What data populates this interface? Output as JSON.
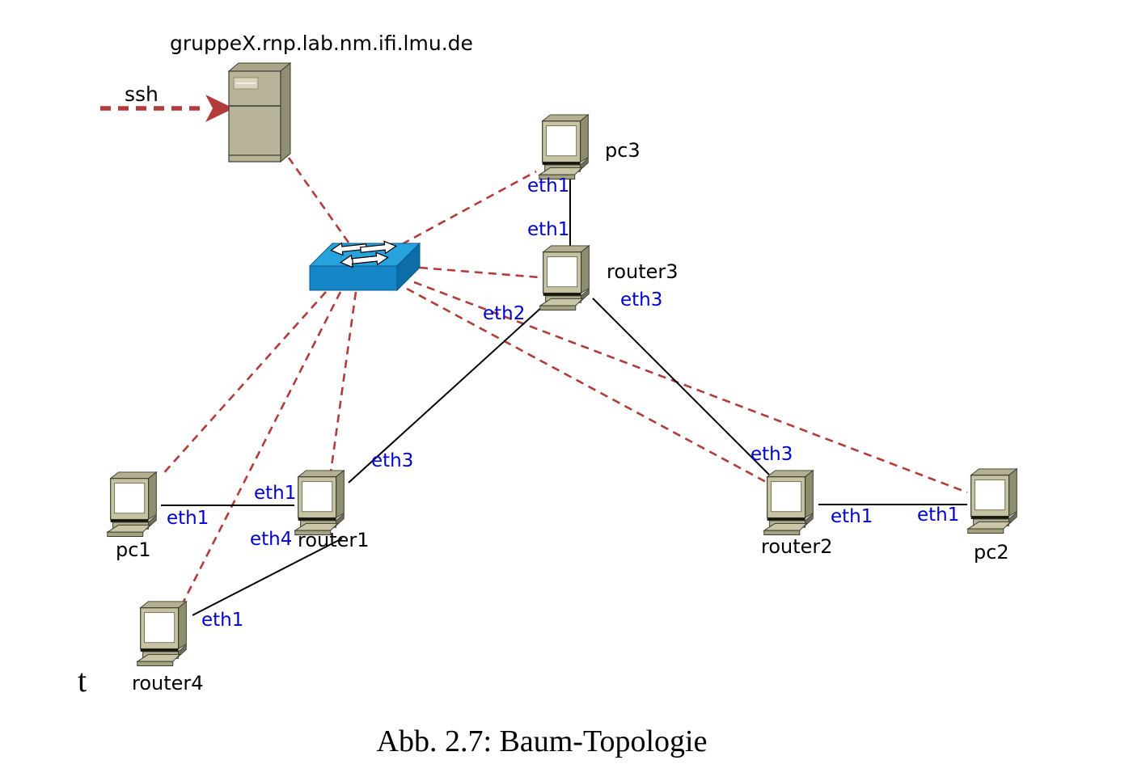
{
  "figure": {
    "caption": "Abb. 2.7: Baum-Topologie",
    "stray_char": "t"
  },
  "server": {
    "hostname": "gruppeX.rnp.lab.nm.ifi.lmu.de",
    "ssh_label": "ssh"
  },
  "nodes": [
    {
      "id": "pc3",
      "label": "pc3",
      "type": "workstation"
    },
    {
      "id": "router3",
      "label": "router3",
      "type": "workstation"
    },
    {
      "id": "pc1",
      "label": "pc1",
      "type": "workstation"
    },
    {
      "id": "router1",
      "label": "router1",
      "type": "workstation"
    },
    {
      "id": "router4",
      "label": "router4",
      "type": "workstation"
    },
    {
      "id": "router2",
      "label": "router2",
      "type": "workstation"
    },
    {
      "id": "pc2",
      "label": "pc2",
      "type": "workstation"
    }
  ],
  "ifaces": [
    {
      "node": "pc3",
      "text": "eth1"
    },
    {
      "node": "router3",
      "text": "eth1"
    },
    {
      "node": "router3",
      "text": "eth2"
    },
    {
      "node": "router3",
      "text": "eth3"
    },
    {
      "node": "router1",
      "text": "eth3"
    },
    {
      "node": "router1",
      "text": "eth1"
    },
    {
      "node": "pc1",
      "text": "eth1"
    },
    {
      "node": "router1",
      "text": "eth4"
    },
    {
      "node": "router4",
      "text": "eth1"
    },
    {
      "node": "router2",
      "text": "eth3"
    },
    {
      "node": "router2",
      "text": "eth1"
    },
    {
      "node": "pc2",
      "text": "eth1"
    }
  ],
  "links": {
    "data_links": [
      {
        "a": "pc3",
        "a_if": "eth1",
        "b": "router3",
        "b_if": "eth1"
      },
      {
        "a": "router3",
        "a_if": "eth2",
        "b": "router1",
        "b_if": "eth3"
      },
      {
        "a": "router3",
        "a_if": "eth3",
        "b": "router2",
        "b_if": "eth3"
      },
      {
        "a": "pc1",
        "a_if": "eth1",
        "b": "router1",
        "b_if": "eth1"
      },
      {
        "a": "router1",
        "a_if": "eth4",
        "b": "router4",
        "b_if": "eth1"
      },
      {
        "a": "router2",
        "a_if": "eth1",
        "b": "pc2",
        "b_if": "eth1"
      }
    ],
    "management_links": [
      "server",
      "pc3",
      "router3",
      "router2",
      "pc2",
      "pc1",
      "router4",
      "router1"
    ]
  },
  "colors": {
    "management_link": "#b23b3b",
    "data_link": "#000000",
    "interface_text": "#0000cc",
    "switch_top": "#26a2dc",
    "switch_front": "#1486c8",
    "switch_side": "#0d6da8",
    "device_body": "#c6c3a3"
  }
}
